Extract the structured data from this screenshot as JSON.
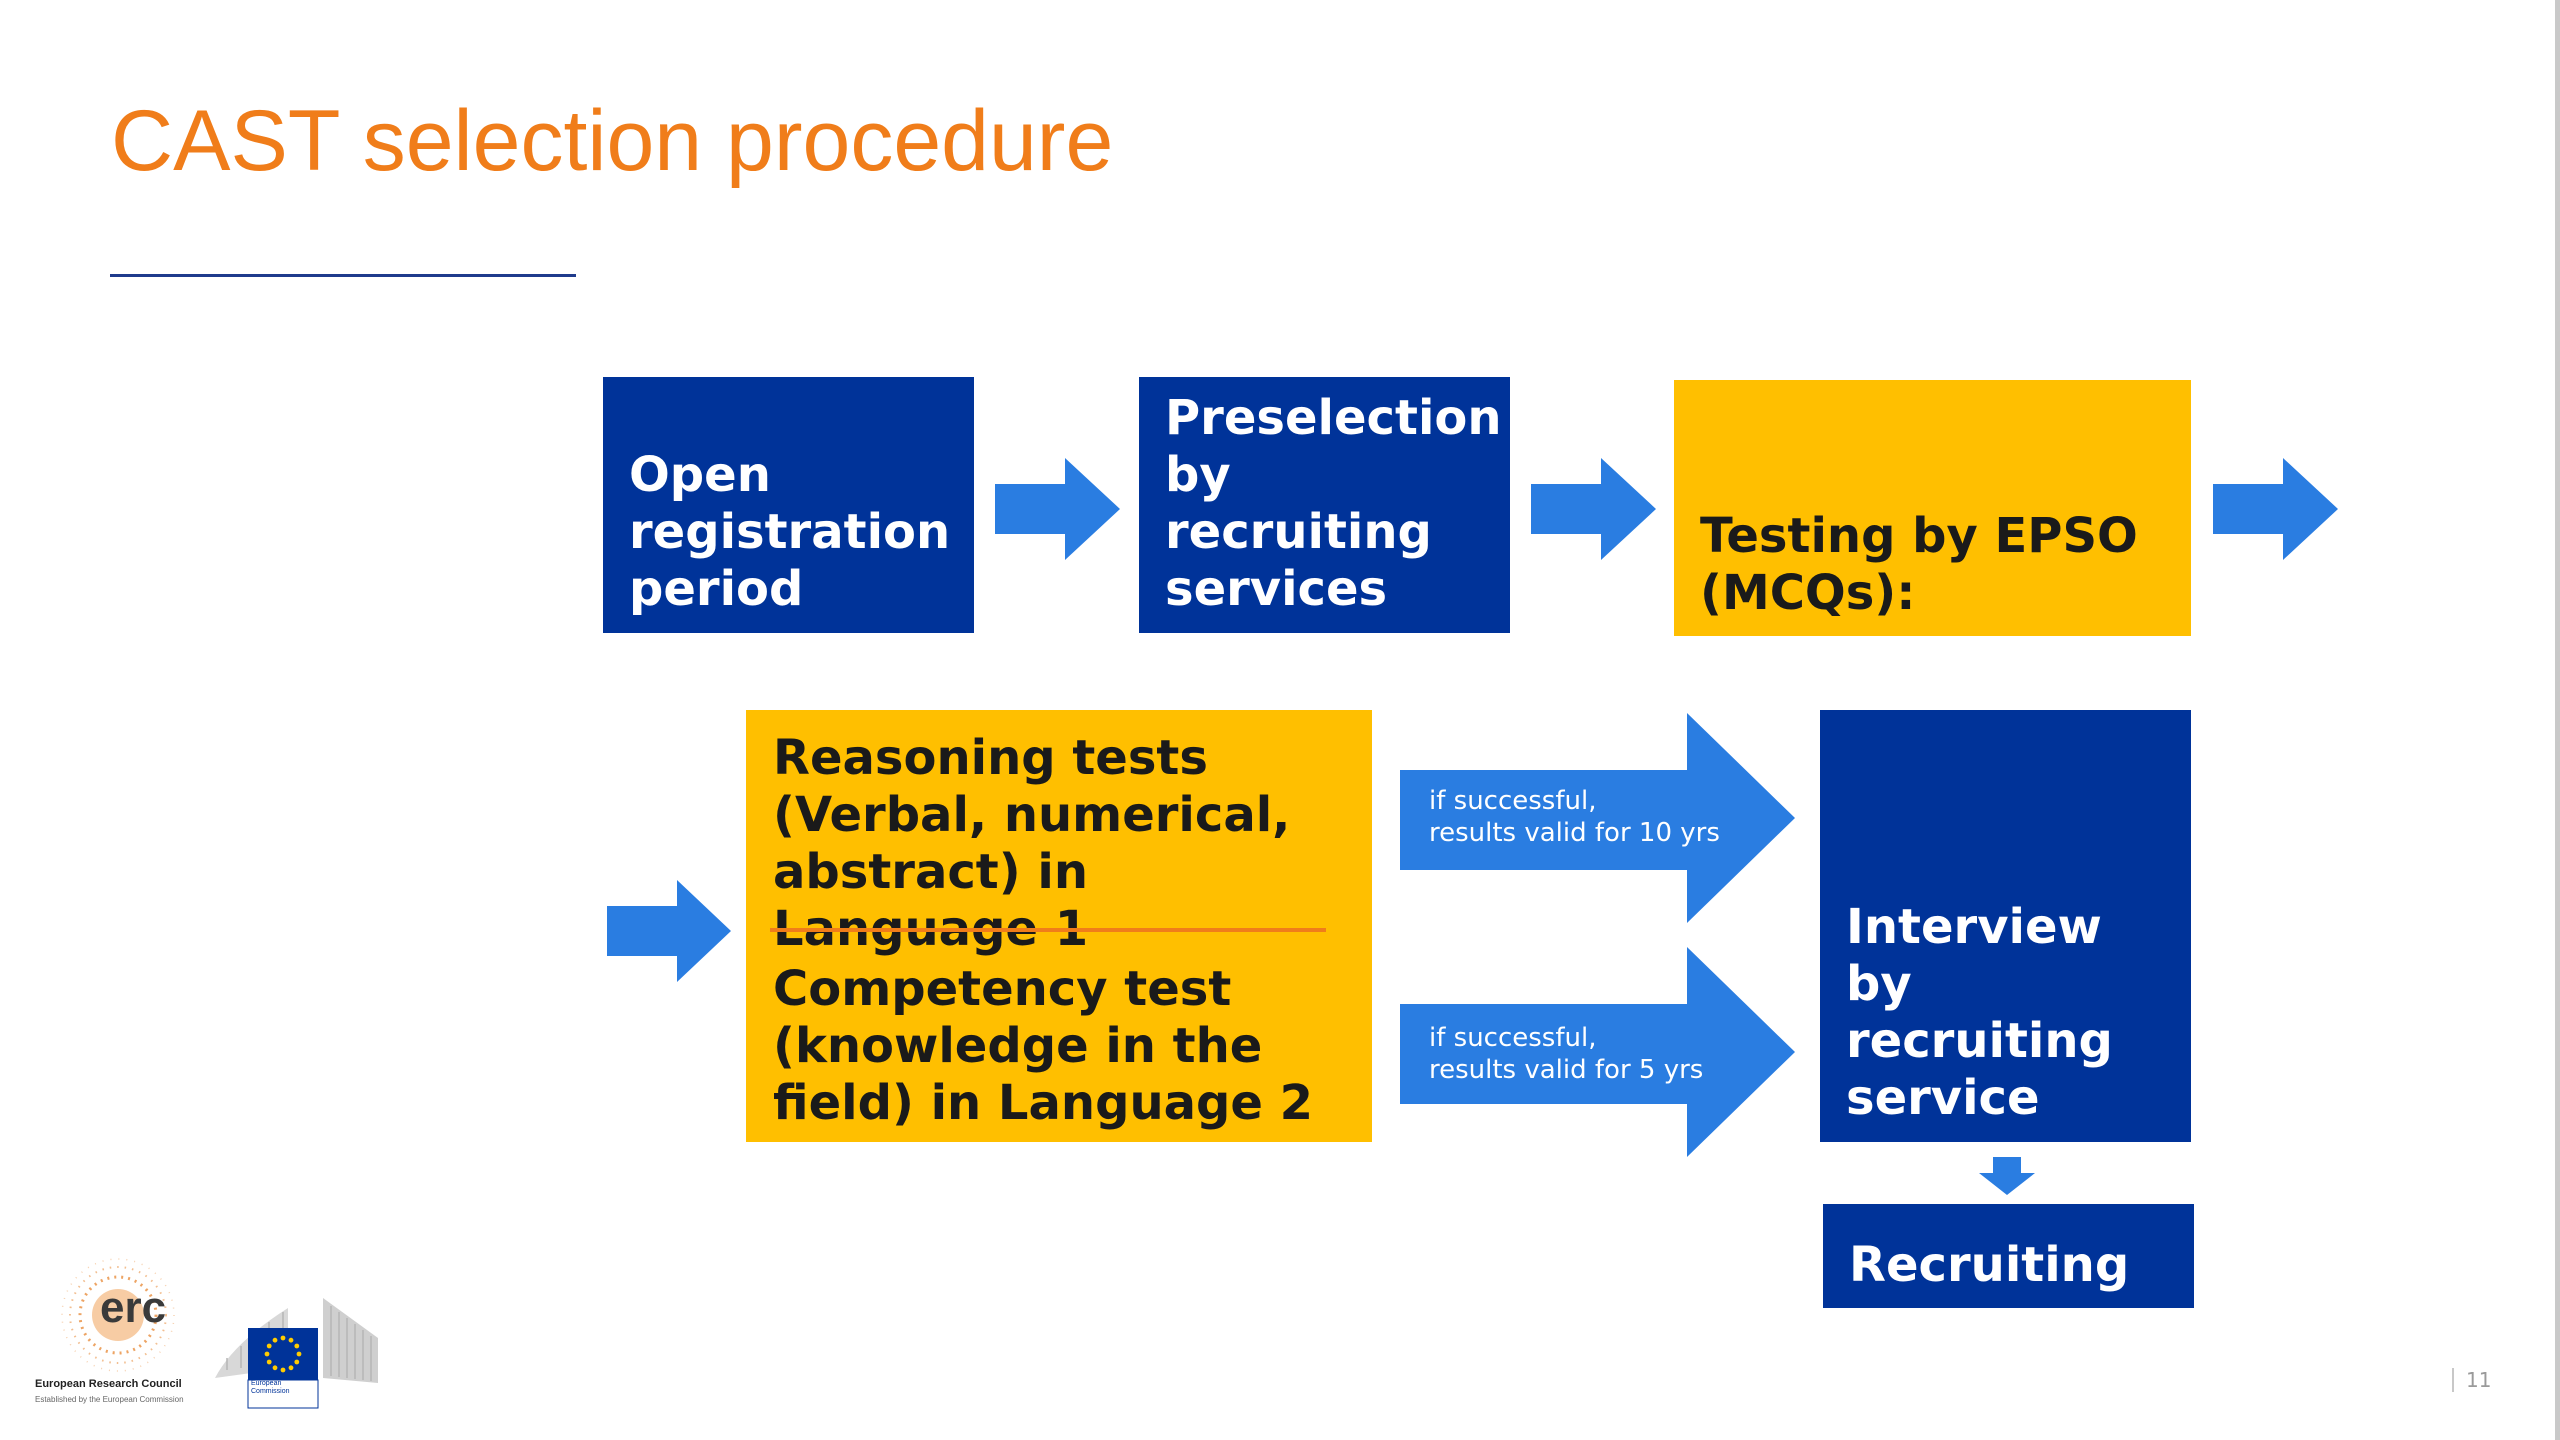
{
  "slide": {
    "title": "CAST selection procedure",
    "page_number": "11"
  },
  "steps": {
    "open_registration": "Open registration period",
    "preselection": "Preselection by recruiting services",
    "testing": "Testing by EPSO (MCQs):",
    "reasoning_tests": "Reasoning tests (Verbal, numerical, abstract) in Language 1",
    "competency_test": "Competency test (knowledge in the field) in Language 2",
    "interview": "Interview by recruiting service",
    "recruiting": "Recruiting"
  },
  "arrows": {
    "reasoning_label_line1": "if successful,",
    "reasoning_label_line2": "results valid for 10 yrs",
    "competency_label_line1": "if successful,",
    "competency_label_line2": "results valid for 5 yrs"
  },
  "logos": {
    "erc_mark": "erc",
    "erc_caption": "European Research Council",
    "erc_subcaption": "Established by the European Commission",
    "ec_caption": "European\nCommission"
  },
  "colors": {
    "title": "#f07d1a",
    "dark_blue": "#003399",
    "gold": "#ffbf00",
    "arrow_blue": "#2a7de1",
    "separator_orange": "#f07d1a"
  }
}
